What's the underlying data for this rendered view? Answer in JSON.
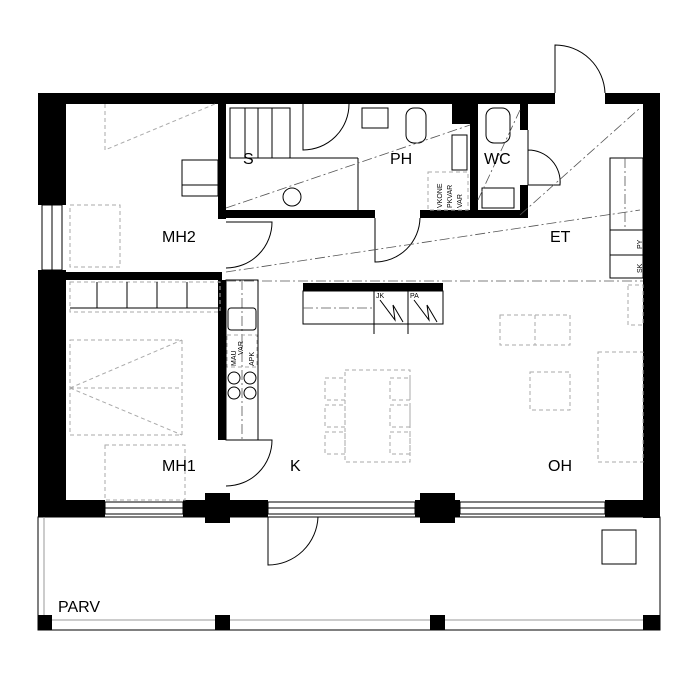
{
  "plan": {
    "rooms": {
      "s": "S",
      "ph": "PH",
      "wc": "WC",
      "mh2": "MH2",
      "et": "ET",
      "mh1": "MH1",
      "k": "K",
      "oh": "OH",
      "parv": "PARV"
    },
    "fixtures": {
      "vkone": "VKONE",
      "pkvar": "PKVAR",
      "var_ph": "VAR",
      "mau": "MAU",
      "var_k": "VAR",
      "apk": "APK",
      "jk": "JK",
      "pa": "PA",
      "py": "PY",
      "sk": "SK"
    }
  }
}
